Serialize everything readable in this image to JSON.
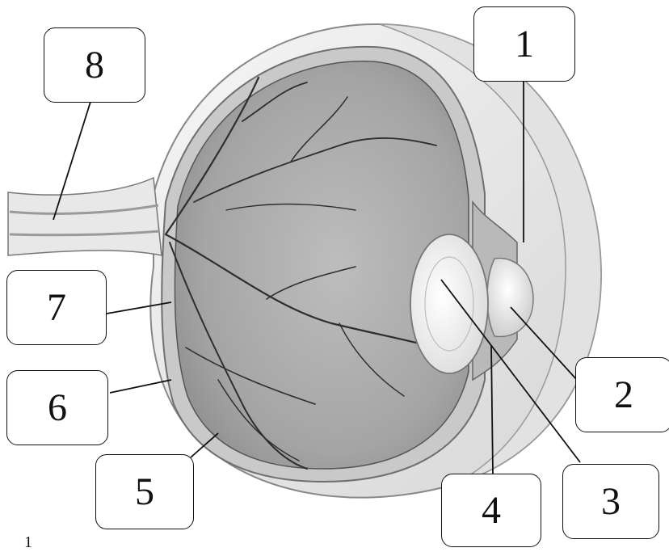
{
  "labels": [
    {
      "id": "1",
      "text": "1"
    },
    {
      "id": "2",
      "text": "2"
    },
    {
      "id": "3",
      "text": "3"
    },
    {
      "id": "4",
      "text": "4"
    },
    {
      "id": "5",
      "text": "5"
    },
    {
      "id": "6",
      "text": "6"
    },
    {
      "id": "7",
      "text": "7"
    },
    {
      "id": "8",
      "text": "8"
    }
  ],
  "footer_mark": "1",
  "colors": {
    "line": "#111111",
    "vitreous": "#a9a9a9",
    "sclera": "#ececec",
    "vessel": "#2e2e2e",
    "lens": "#f2f2f2"
  }
}
